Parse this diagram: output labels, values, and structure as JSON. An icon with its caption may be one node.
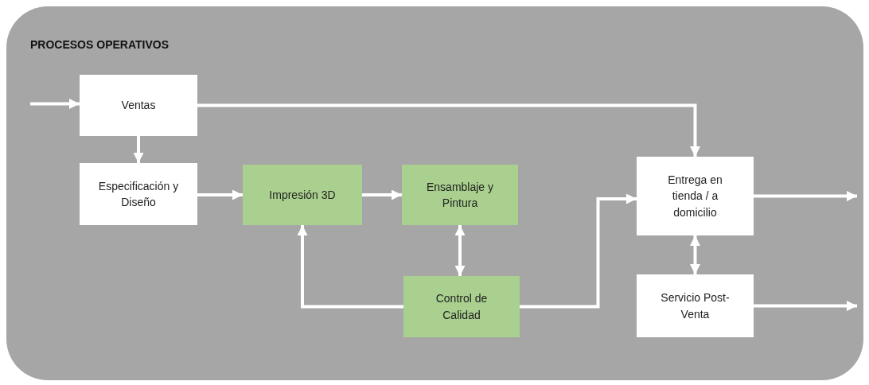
{
  "diagram": {
    "nodes": [
      {
        "text": [
          "PROCESOS OPERATIVOS"
        ]
      },
      {
        "text": [
          "Ventas"
        ],
        "in": 0
      },
      {
        "text": [
          "Especificación y Diseño"
        ],
        "in": 0
      },
      {
        "text": [
          "Impresión 3D"
        ],
        "in": 0
      },
      {
        "text": [
          "Ensamblaje y Pintura"
        ],
        "in": 0
      },
      {
        "text": [
          "Control de Calidad"
        ],
        "in": 0
      },
      {
        "text": [
          "Entrega en tienda / a domicilio"
        ],
        "in": 0
      },
      {
        "text": [
          "Servicio Post-Venta"
        ],
        "in": 0
      }
    ],
    "edges": [
      {
        "from": null,
        "to": 1,
        "arrow": "to"
      },
      {
        "from": 1,
        "to": 2,
        "arrow": "to"
      },
      {
        "from": 1,
        "to": 6,
        "arrow": "to"
      },
      {
        "from": 2,
        "to": 3,
        "arrow": "to"
      },
      {
        "from": 3,
        "to": 4,
        "arrow": "to"
      },
      {
        "from": 4,
        "to": 5,
        "arrow": "both"
      },
      {
        "from": 5,
        "to": 3,
        "arrow": "to"
      },
      {
        "from": 5,
        "to": 6,
        "arrow": "to"
      },
      {
        "from": 6,
        "to": 7,
        "arrow": "both"
      },
      {
        "from": 6,
        "to": null,
        "arrow": "to"
      },
      {
        "from": 7,
        "to": null,
        "arrow": "to"
      }
    ]
  }
}
